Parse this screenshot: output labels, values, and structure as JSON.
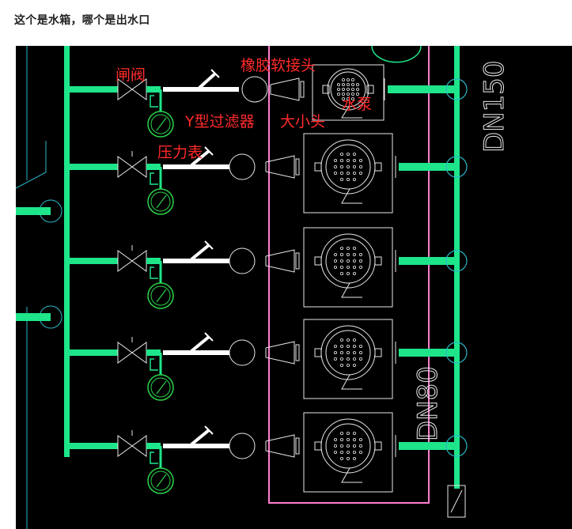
{
  "post": {
    "question": "这个是水箱，哪个是出水口"
  },
  "drawing": {
    "labels": {
      "gate_valve": "闸阀",
      "rubber_joint": "橡胶软接头",
      "pump": "水泵",
      "y_strainer": "Y型过滤器",
      "reducer": "大小头",
      "pressure_gauge": "压力表"
    },
    "pipe_sizes": {
      "main_header": "DN150",
      "branch": "DN80"
    },
    "colors": {
      "background": "#000000",
      "pipe": "#1ee58a",
      "label": "#ff2a2a",
      "equipment": "#e8e8e8",
      "tank_outline": "#ff7fd0",
      "gauge": "#2bd24a",
      "outline_cyan": "#2ab8c8"
    }
  }
}
